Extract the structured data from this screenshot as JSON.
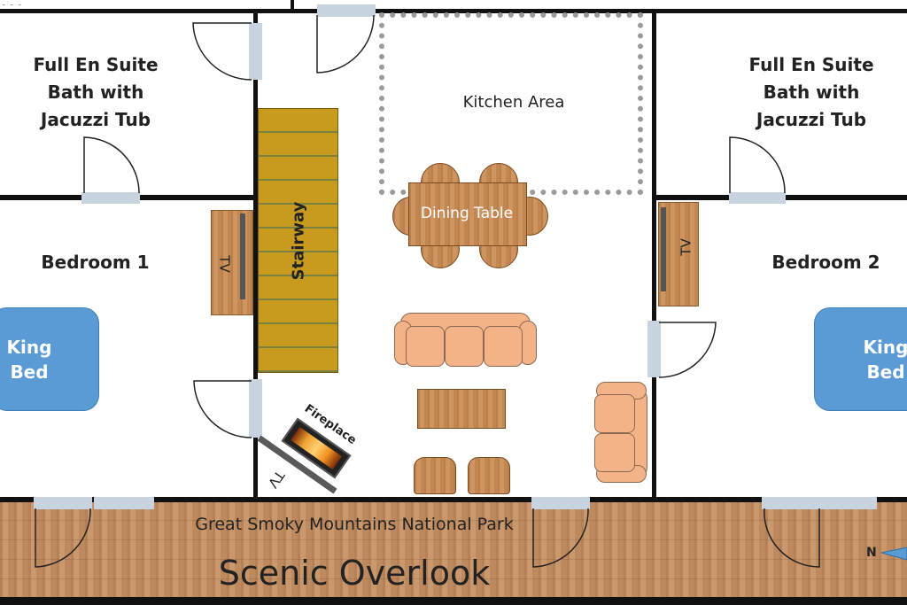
{
  "title_partial": "...",
  "rooms": {
    "bath_left": "Full En Suite\nBath with\nJacuzzi Tub",
    "bath_right": "Full En Suite\nBath with\nJacuzzi Tub",
    "bedroom_1": "Bedroom 1",
    "bedroom_2": "Bedroom 2",
    "kitchen": "Kitchen Area"
  },
  "furniture": {
    "stairway": "Stairway",
    "dining_table": "Dining Table",
    "tv_left": "TV",
    "tv_right": "TV",
    "tv_fireplace": "TV",
    "fireplace": "Fireplace",
    "bed_left": "King\nBed",
    "bed_right": "King\nBed"
  },
  "outdoor": {
    "park": "Great Smoky Mountains National Park",
    "overlook": "Scenic Overlook",
    "compass": "N"
  },
  "colors": {
    "wall": "#111111",
    "stairway": "#c89a1e",
    "bed": "#5b9bd5",
    "sofa": "#f3b387",
    "kitchen_border": "#9a9a9a",
    "door_frame": "#c7d4e0"
  }
}
